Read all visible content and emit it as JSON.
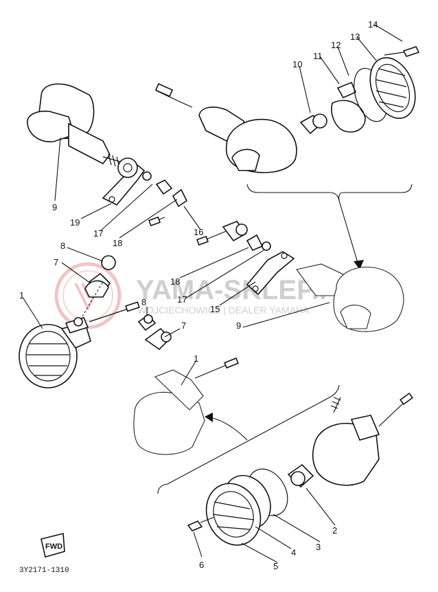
{
  "watermark": {
    "title": "YAMA-SKLEP.PL",
    "subtitle": "WOJCIECHOWICZ | DEALER YAMAHA",
    "logo_icon": "yamaha-tuning-fork-logo",
    "color": "#d9d9d9"
  },
  "diagram": {
    "code": "3Y2171-1310",
    "fwd_label": "FWD",
    "parts": [
      "1",
      "2",
      "3",
      "4",
      "5",
      "6",
      "7",
      "8",
      "9",
      "10",
      "11",
      "12",
      "13",
      "14",
      "15",
      "16",
      "17",
      "18",
      "19"
    ],
    "callouts": [
      {
        "id": "c1a",
        "label": "1"
      },
      {
        "id": "c1b",
        "label": "1"
      },
      {
        "id": "c2",
        "label": "2"
      },
      {
        "id": "c3",
        "label": "3"
      },
      {
        "id": "c4",
        "label": "4"
      },
      {
        "id": "c5",
        "label": "5"
      },
      {
        "id": "c6",
        "label": "6"
      },
      {
        "id": "c7a",
        "label": "7"
      },
      {
        "id": "c7b",
        "label": "7"
      },
      {
        "id": "c8a",
        "label": "8"
      },
      {
        "id": "c8b",
        "label": "8"
      },
      {
        "id": "c9a",
        "label": "9"
      },
      {
        "id": "c9b",
        "label": "9"
      },
      {
        "id": "c10",
        "label": "10"
      },
      {
        "id": "c11",
        "label": "11"
      },
      {
        "id": "c12",
        "label": "12"
      },
      {
        "id": "c13",
        "label": "13"
      },
      {
        "id": "c14",
        "label": "14"
      },
      {
        "id": "c15",
        "label": "15"
      },
      {
        "id": "c16",
        "label": "16"
      },
      {
        "id": "c17a",
        "label": "17"
      },
      {
        "id": "c17b",
        "label": "17"
      },
      {
        "id": "c18a",
        "label": "18"
      },
      {
        "id": "c18b",
        "label": "18"
      },
      {
        "id": "c19",
        "label": "19"
      }
    ]
  }
}
